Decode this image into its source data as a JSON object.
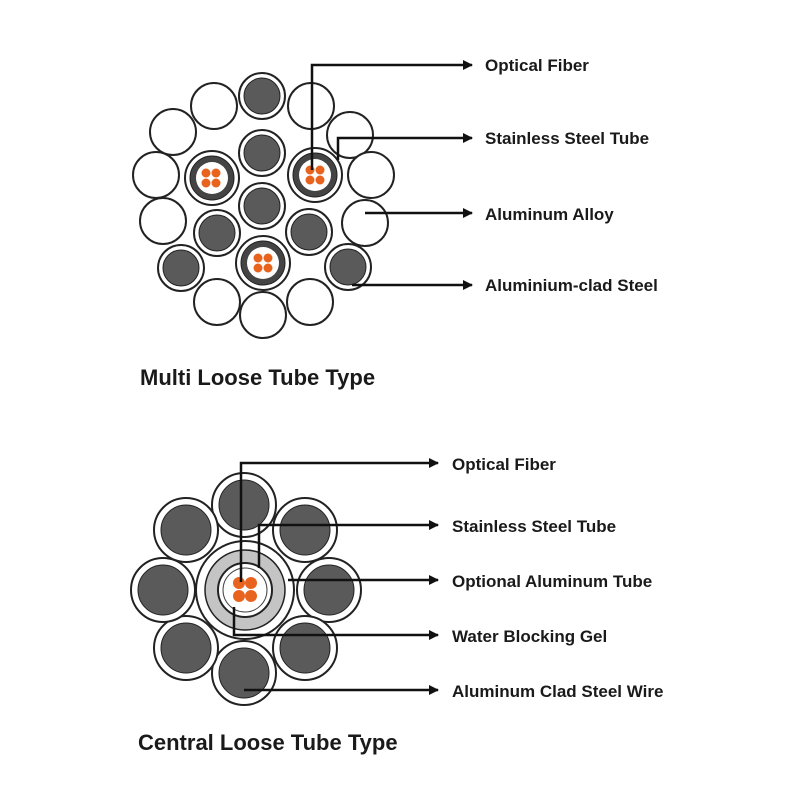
{
  "sections": [
    {
      "title": "Multi Loose Tube Type",
      "labels": [
        "Optical Fiber",
        "Stainless Steel Tube",
        "Aluminum Alloy",
        "Aluminium-clad Steel"
      ]
    },
    {
      "title": "Central Loose Tube Type",
      "labels": [
        "Optical Fiber",
        "Stainless Steel Tube",
        "Optional Aluminum Tube",
        "Water Blocking Gel",
        "Aluminum Clad Steel Wire"
      ]
    }
  ],
  "colors": {
    "steel_wire": "#5a5a5a",
    "aluminum_wire": "#ffffff",
    "stroke": "#222222",
    "fiber": "#e8641e",
    "optional_tube": "#c4c4c4",
    "leader_line": "#111111"
  }
}
